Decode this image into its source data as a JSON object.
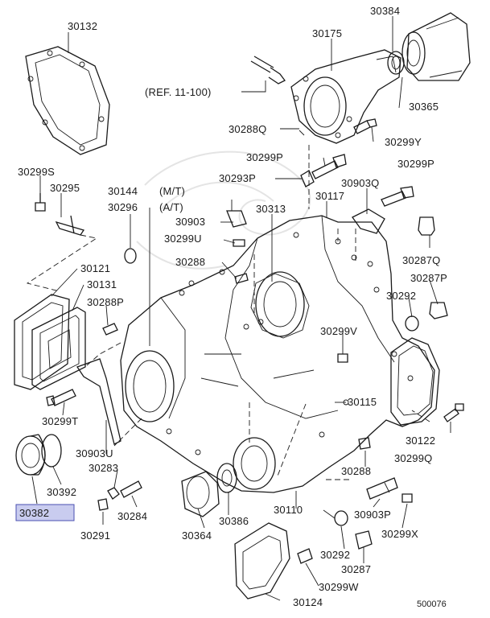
{
  "labels": {
    "p30132": "30132",
    "p30384": "30384",
    "p30175": "30175",
    "ref": "(REF. 11-100)",
    "p30365": "30365",
    "p30288Q": "30288Q",
    "p30299Y": "30299Y",
    "p30299P_a": "30299P",
    "p30299P_b": "30299P",
    "p30293P": "30293P",
    "p30903Q": "30903Q",
    "p30299S": "30299S",
    "p30295": "30295",
    "p30144": "30144",
    "p30144_tag": "(M/T)",
    "p30296": "30296",
    "p30296_tag": "(A/T)",
    "p30117": "30117",
    "p30313": "30313",
    "p30903": "30903",
    "p30299U": "30299U",
    "p30287Q": "30287Q",
    "p30287P": "30287P",
    "p30288": "30288",
    "p30121": "30121",
    "p30131": "30131",
    "p30288P": "30288P",
    "p30292_a": "30292",
    "p30299V": "30299V",
    "p30115": "30115",
    "p30299T": "30299T",
    "p30903U": "30903U",
    "p30283": "30283",
    "p30122": "30122",
    "p30299Q": "30299Q",
    "p30392": "30392",
    "p30288_b": "30288",
    "p30382": "30382",
    "p30110": "30110",
    "p30903P": "30903P",
    "p30284": "30284",
    "p30299X": "30299X",
    "p30291": "30291",
    "p30364": "30364",
    "p30386": "30386",
    "p30292_b": "30292",
    "p30287": "30287",
    "p30299W": "30299W",
    "p30124": "30124",
    "diagram_id": "500076"
  },
  "highlight": {
    "part": "30382",
    "fill": "#c9ccef",
    "border": "#4a4fb0"
  }
}
